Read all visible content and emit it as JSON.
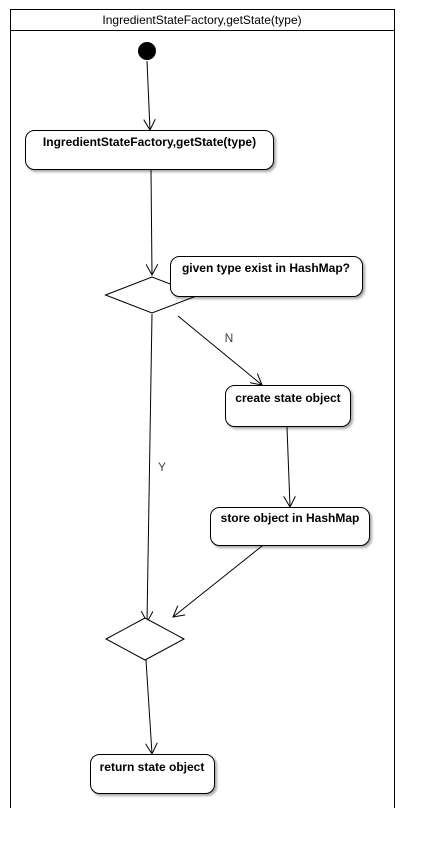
{
  "frame": {
    "title": "IngredientStateFactory,getState(type)"
  },
  "nodes": {
    "entry_action": "IngredientStateFactory,getState(type)",
    "decision_label": "given type exist in HashMap?",
    "create_state": "create state object",
    "store_object": "store object in HashMap",
    "return_state": "return state object"
  },
  "edges": {
    "no_label": "N",
    "yes_label": "Y"
  }
}
